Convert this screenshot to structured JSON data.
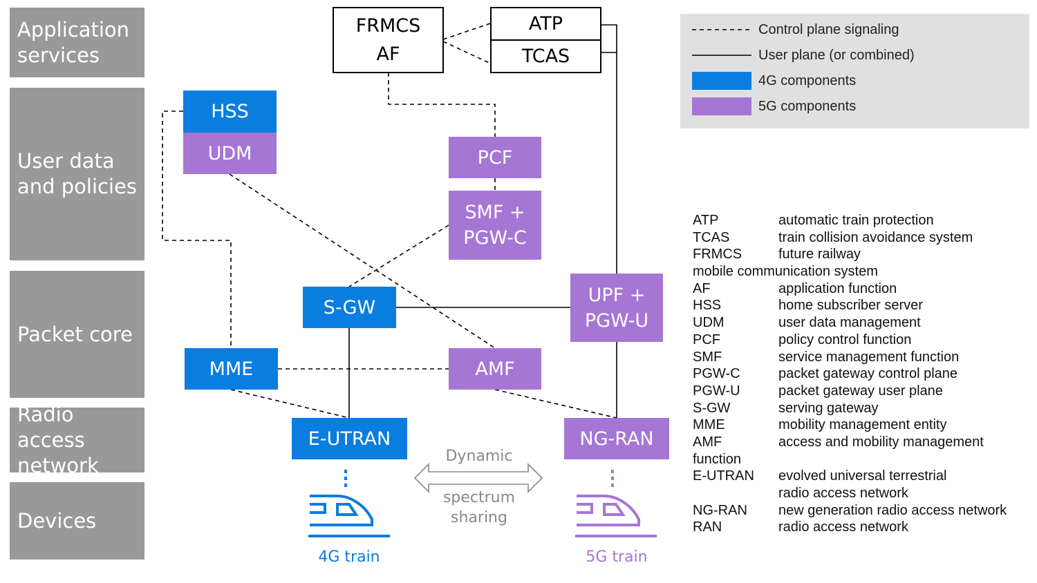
{
  "layers": [
    {
      "id": "application-services",
      "lines": [
        "Application",
        "services"
      ]
    },
    {
      "id": "user-data-and-policies",
      "lines": [
        "User data",
        "and policies"
      ]
    },
    {
      "id": "packet-core",
      "lines": [
        "Packet core"
      ]
    },
    {
      "id": "radio-access-network",
      "lines": [
        "Radio access",
        "network"
      ]
    },
    {
      "id": "devices",
      "lines": [
        "Devices"
      ]
    }
  ],
  "nodes": {
    "frmcs_af": {
      "lines": [
        "FRMCS",
        "AF"
      ]
    },
    "atp": {
      "label": "ATP"
    },
    "tcas": {
      "label": "TCAS"
    },
    "hss": {
      "label": "HSS"
    },
    "udm": {
      "label": "UDM"
    },
    "pcf": {
      "label": "PCF"
    },
    "smf": {
      "lines": [
        "SMF +",
        "PGW-C"
      ]
    },
    "sgw": {
      "label": "S-GW"
    },
    "upf": {
      "lines": [
        "UPF +",
        "PGW-U"
      ]
    },
    "mme": {
      "label": "MME"
    },
    "amf": {
      "label": "AMF"
    },
    "eutran": {
      "label": "E-UTRAN"
    },
    "ngran": {
      "label": "NG-RAN"
    }
  },
  "legend": {
    "control_plane": "Control plane signaling",
    "user_plane": "User plane (or combined)",
    "g4": "4G components",
    "g5": "5G components"
  },
  "colors": {
    "g4": "#0a7de0",
    "g5": "#a676d4",
    "layer": "#999999",
    "legend_bg": "#e0e0e0",
    "arrow": "#888888"
  },
  "devices": {
    "train4g": "4G train",
    "train5g": "5G train"
  },
  "dss": {
    "line1": "Dynamic",
    "line2": "spectrum",
    "line3": "sharing"
  },
  "abbreviations": [
    {
      "term": "ATP",
      "def": "automatic train protection"
    },
    {
      "term": "TCAS",
      "def": "train collision avoidance system"
    },
    {
      "term": "FRMCS",
      "def": "future railway"
    },
    {
      "term": "mobile communication system",
      "def": ""
    },
    {
      "term": "AF",
      "def": "application function"
    },
    {
      "term": "HSS",
      "def": "home subscriber server"
    },
    {
      "term": "UDM",
      "def": "user data management"
    },
    {
      "term": "PCF",
      "def": "policy control function"
    },
    {
      "term": "SMF",
      "def": "service management function"
    },
    {
      "term": "PGW-C",
      "def": "packet gateway control plane"
    },
    {
      "term": "PGW-U",
      "def": "packet gateway user plane"
    },
    {
      "term": "S-GW",
      "def": "serving gateway"
    },
    {
      "term": "MME",
      "def": "mobility management entity"
    },
    {
      "term": "AMF",
      "def": "access and mobility management"
    },
    {
      "term": "function",
      "def": ""
    },
    {
      "term": "E-UTRAN",
      "def": "evolved universal terrestrial"
    },
    {
      "term": "",
      "def": "radio access network"
    },
    {
      "term": "NG-RAN",
      "def": "new generation radio access network"
    },
    {
      "term": "RAN",
      "def": "radio access network"
    }
  ]
}
